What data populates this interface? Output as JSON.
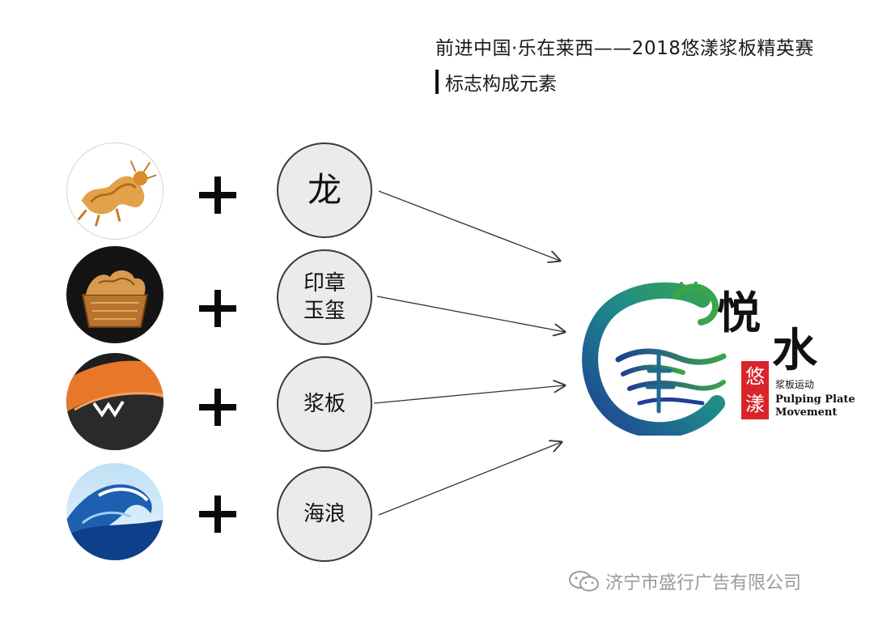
{
  "header": {
    "title": "前进中国·乐在莱西——2018悠漾浆板精英赛",
    "subtitle": "标志构成元素"
  },
  "rows": [
    {
      "photo_icon": "dragon-photo",
      "element_label": "龙"
    },
    {
      "photo_icon": "jade-seal-photo",
      "element_label_line1": "印章",
      "element_label_line2": "玉玺"
    },
    {
      "photo_icon": "paddle-board-photo",
      "element_label": "浆板"
    },
    {
      "photo_icon": "ocean-wave-photo",
      "element_label": "海浪"
    }
  ],
  "operator_symbol": "plus-icon",
  "logo": {
    "calligraphy_1": "悦",
    "calligraphy_2": "水",
    "seal_char_1": "悠",
    "seal_char_2": "漾",
    "sub_cn": "浆板运动",
    "en_line1": "Pulping Plate",
    "en_line2": "Movement",
    "colors": {
      "green": "#3aa64a",
      "teal": "#1f8a8a",
      "blue": "#1f3f95",
      "seal_red": "#d8242a"
    }
  },
  "watermark": {
    "icon": "wechat-icon",
    "text": "济宁市盛行广告有限公司"
  }
}
